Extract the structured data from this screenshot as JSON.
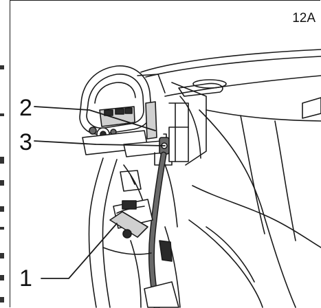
{
  "figure": {
    "id_label": "12A"
  },
  "callouts": [
    {
      "number": "1"
    },
    {
      "number": "2"
    },
    {
      "number": "3"
    }
  ],
  "colors": {
    "line": "#1a1a1a",
    "fill_dark": "#2a2a2a",
    "fill_mid": "#6a6a6a",
    "fill_light": "#d0d0d0",
    "background": "#ffffff"
  }
}
